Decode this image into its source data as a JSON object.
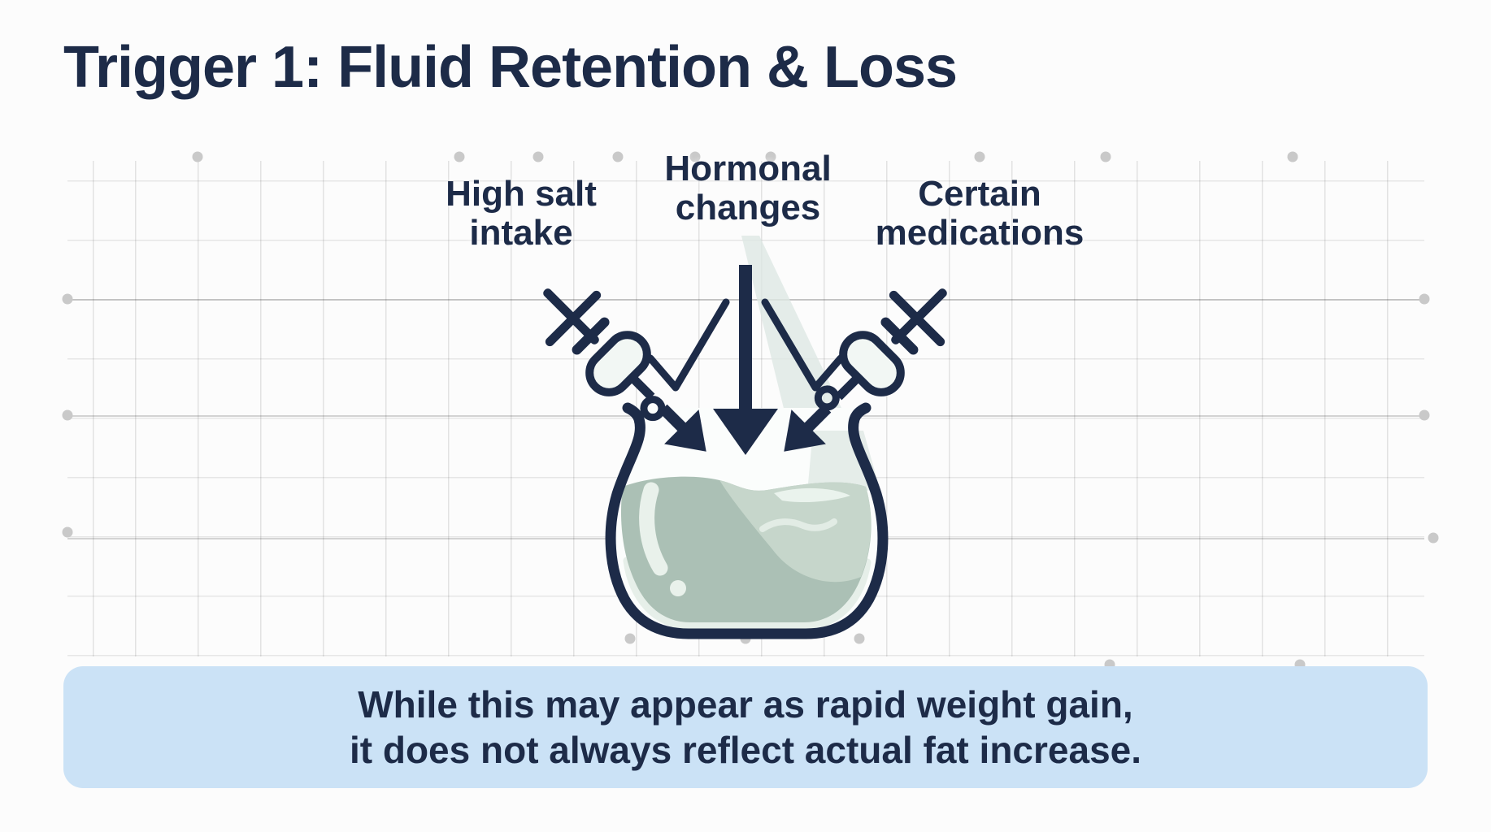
{
  "title": "Trigger 1: Fluid Retention & Loss",
  "colors": {
    "navy": "#1d2b48",
    "background": "#fcfcfc",
    "box_blue": "#cbe2f6",
    "liquid": "#abc0b5",
    "liquid_light": "#c9d8cd",
    "liquid_highlight": "#e9f1eb",
    "beam": "#dde7e3",
    "glass": "#fbfdfc",
    "grid_dot": "#c9c9c9"
  },
  "diagram": {
    "labels": [
      {
        "line1": "High salt",
        "line2": "intake"
      },
      {
        "line1": "Hormonal",
        "line2": "changes"
      },
      {
        "line1": "Certain",
        "line2": "medications"
      }
    ],
    "icons": [
      "syringe-arrow-icon",
      "down-arrow-icon",
      "syringe-arrow-icon",
      "flask-icon",
      "pour-stream-icon"
    ]
  },
  "note": {
    "line1": "While this may appear as rapid weight gain,",
    "line2": "it does not always reflect actual fat increase."
  }
}
